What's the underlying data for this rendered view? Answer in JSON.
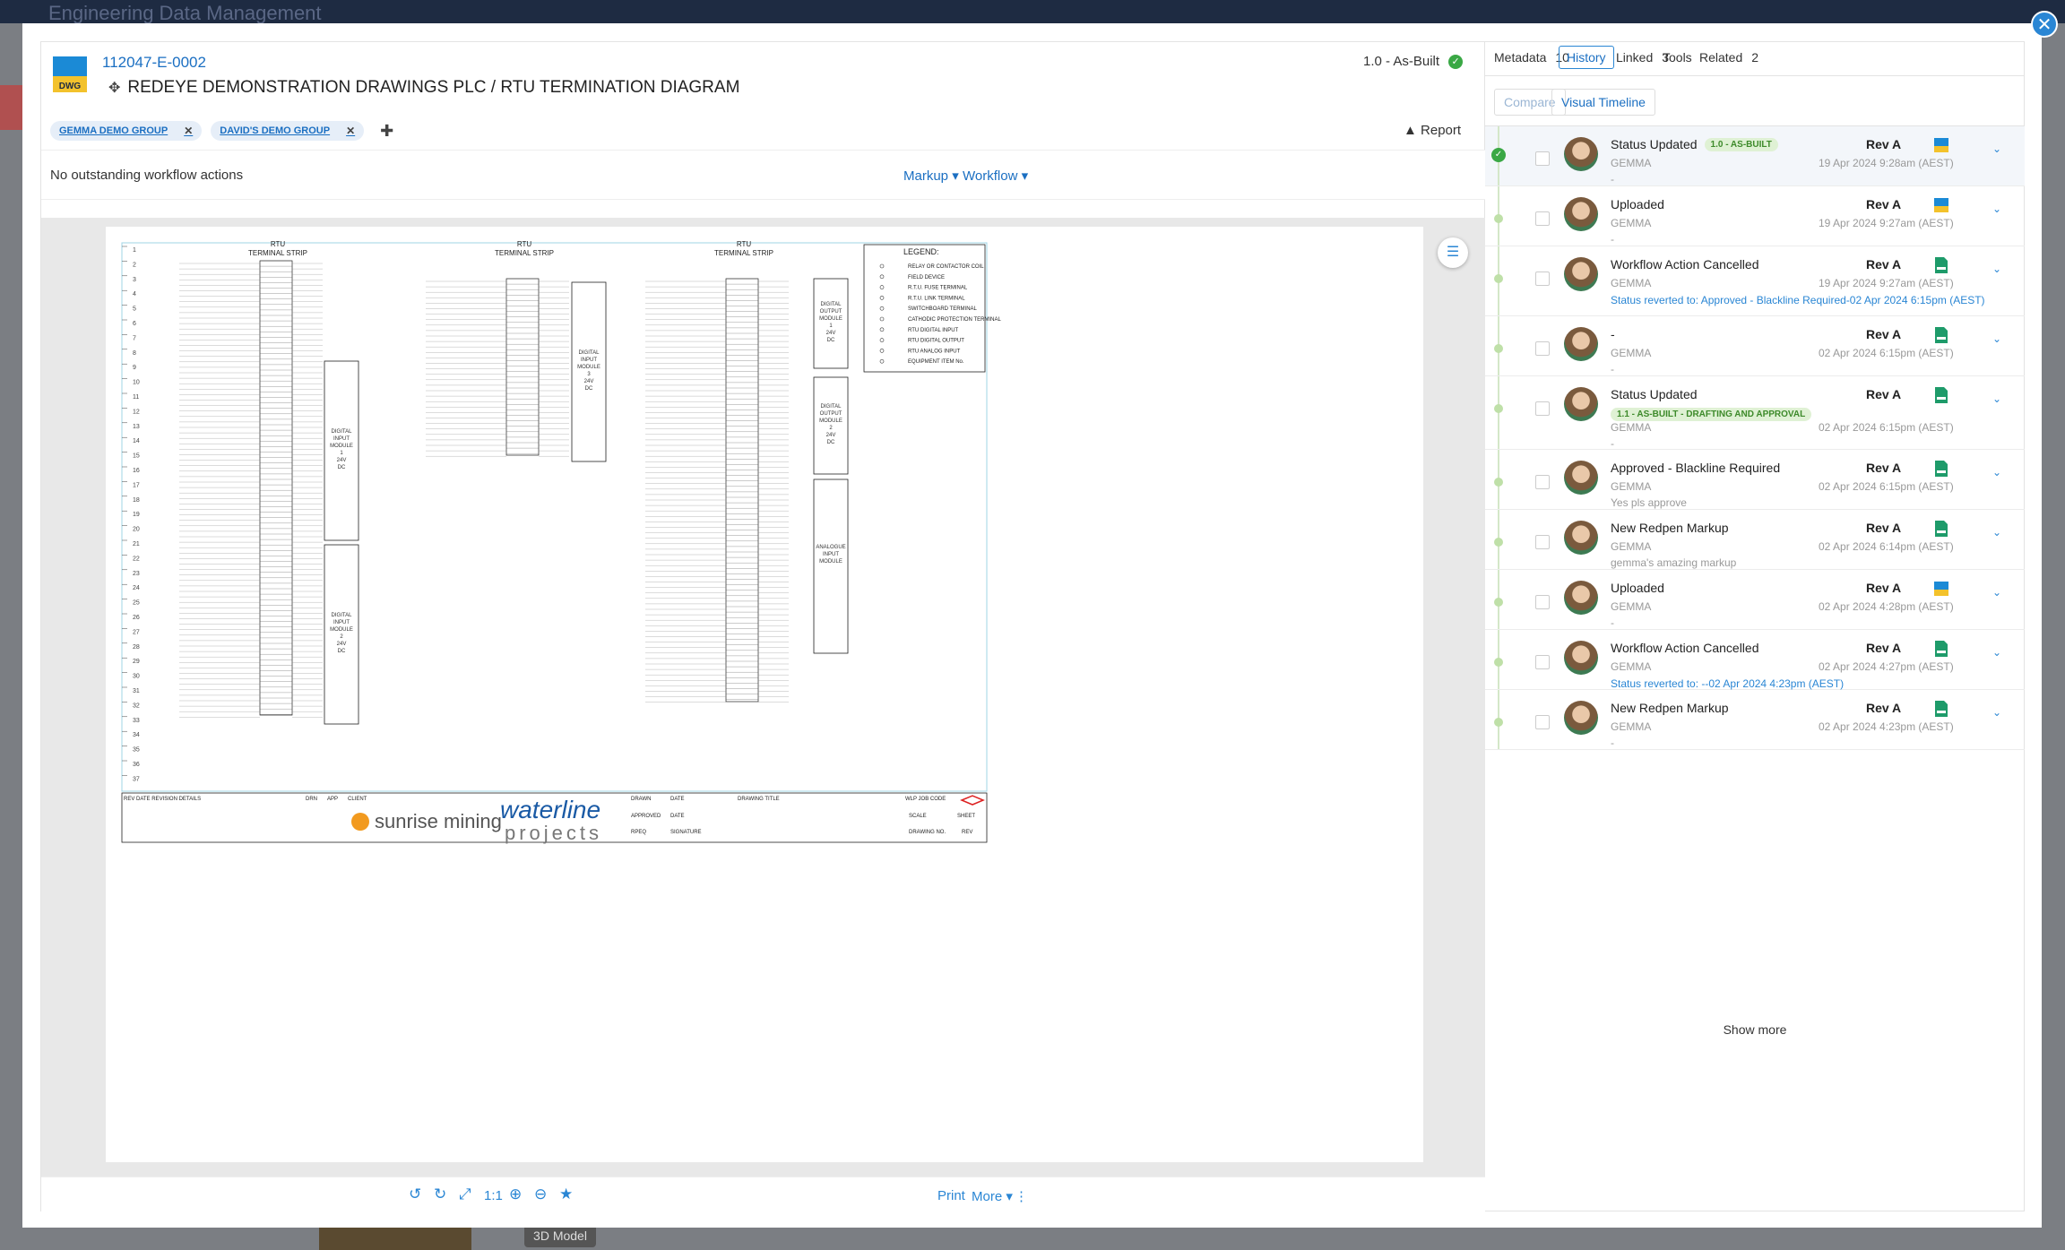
{
  "app_title": "Engineering Data Management",
  "document": {
    "number": "112047-E-0002",
    "title": "REDEYE DEMONSTRATION DRAWINGS PLC / RTU TERMINATION DIAGRAM",
    "file_type": "DWG",
    "version": "1.0 - As-Built",
    "tags": [
      "GEMMA DEMO GROUP",
      "DAVID'S DEMO GROUP"
    ],
    "report_label": "Report"
  },
  "workflow_bar": {
    "message": "No outstanding workflow actions",
    "markup_label": "Markup",
    "workflow_label": "Workflow"
  },
  "toolbar": {
    "zoom_label": "1:1",
    "print_label": "Print",
    "more_label": "More"
  },
  "tabs": [
    {
      "label": "Metadata",
      "count": "10"
    },
    {
      "label": "History",
      "count": ""
    },
    {
      "label": "Linked",
      "count": "3"
    },
    {
      "label": "Tools",
      "count": ""
    },
    {
      "label": "Related",
      "count": "2"
    }
  ],
  "subtabs": {
    "compare": "Compare",
    "visual_timeline": "Visual Timeline"
  },
  "history": [
    {
      "title": "Status Updated",
      "badge": "1.0 - AS-BUILT",
      "user": "GEMMA",
      "date": "19 Apr 2024 9:28am (AEST)",
      "rev": "Rev A",
      "note": "-",
      "link": "",
      "type": "dwg"
    },
    {
      "title": "Uploaded",
      "badge": "",
      "user": "GEMMA",
      "date": "19 Apr 2024 9:27am (AEST)",
      "rev": "Rev A",
      "note": "-",
      "link": "",
      "type": "dwg"
    },
    {
      "title": "Workflow Action Cancelled",
      "badge": "",
      "user": "GEMMA",
      "date": "19 Apr 2024 9:27am (AEST)",
      "rev": "Rev A",
      "note": "",
      "link": "Status reverted to: Approved - Blackline Required-02 Apr 2024 6:15pm (AEST)",
      "type": "pdf"
    },
    {
      "title": "-",
      "badge": "",
      "user": "GEMMA",
      "date": "02 Apr 2024 6:15pm (AEST)",
      "rev": "Rev A",
      "note": "-",
      "link": "",
      "type": "pdf"
    },
    {
      "title": "Status Updated",
      "badge": "1.1 - AS-BUILT - DRAFTING AND APPROVAL",
      "user": "GEMMA",
      "date": "02 Apr 2024 6:15pm (AEST)",
      "rev": "Rev A",
      "note": "-",
      "link": "",
      "type": "pdf"
    },
    {
      "title": "Approved - Blackline Required",
      "badge": "",
      "user": "GEMMA",
      "date": "02 Apr 2024 6:15pm (AEST)",
      "rev": "Rev A",
      "note": "Yes pls approve",
      "link": "",
      "type": "pdf"
    },
    {
      "title": "New Redpen Markup",
      "badge": "",
      "user": "GEMMA",
      "date": "02 Apr 2024 6:14pm (AEST)",
      "rev": "Rev A",
      "note": "gemma's amazing markup",
      "link": "",
      "type": "pdf"
    },
    {
      "title": "Uploaded",
      "badge": "",
      "user": "GEMMA",
      "date": "02 Apr 2024 4:28pm (AEST)",
      "rev": "Rev A",
      "note": "-",
      "link": "",
      "type": "dwg"
    },
    {
      "title": "Workflow Action Cancelled",
      "badge": "",
      "user": "GEMMA",
      "date": "02 Apr 2024 4:27pm (AEST)",
      "rev": "Rev A",
      "note": "",
      "link": "Status reverted to: --02 Apr 2024 4:23pm (AEST)",
      "type": "pdf"
    },
    {
      "title": "New Redpen Markup",
      "badge": "",
      "user": "GEMMA",
      "date": "02 Apr 2024 4:23pm (AEST)",
      "rev": "Rev A",
      "note": "-",
      "link": "",
      "type": "pdf"
    }
  ],
  "show_more": "Show more",
  "drawing": {
    "strip_title_1": "RTU",
    "strip_title_2": "TERMINAL STRIP",
    "legend_title": "LEGEND:",
    "legend_items": [
      "RELAY OR CONTACTOR COIL",
      "FIELD DEVICE",
      "R.T.U. FUSE TERMINAL",
      "R.T.U. LINK TERMINAL",
      "SWITCHBOARD TERMINAL",
      "CATHODIC PROTECTION TERMINAL",
      "RTU DIGITAL INPUT",
      "RTU DIGITAL OUTPUT",
      "RTU ANALOG INPUT",
      "EQUIPMENT ITEM No."
    ],
    "module_labels": [
      "DIGITAL INPUT MODULE 1 24V DC",
      "DIGITAL INPUT MODULE 2 24V DC",
      "DIGITAL INPUT MODULE 3 24V DC",
      "DIGITAL OUTPUT MODULE 1 24V DC",
      "DIGITAL OUTPUT MODULE 2 24V DC",
      "ANALOGUE INPUT MODULE"
    ],
    "title_block": {
      "client_label": "CLIENT",
      "client": "sunrise mining",
      "company_1": "waterline",
      "company_2": "projects",
      "drawn": "DRAWN",
      "approved": "APPROVED",
      "rpeq": "RPEQ",
      "date": "DATE",
      "signature": "SIGNATURE",
      "drawing_title": "DRAWING TITLE",
      "wlp_job_code": "WLP JOB CODE",
      "scale": "SCALE",
      "sheet": "SHEET",
      "drawing_no": "DRAWING NO.",
      "rev": "REV",
      "rev_header": "REV   DATE    REVISION DETAILS",
      "drn": "DRN",
      "app": "APP"
    }
  },
  "bottom_label": "3D Model",
  "colors": {
    "accent": "#2a86d4",
    "topbar": "#1e2b42",
    "success": "#3aa845"
  }
}
